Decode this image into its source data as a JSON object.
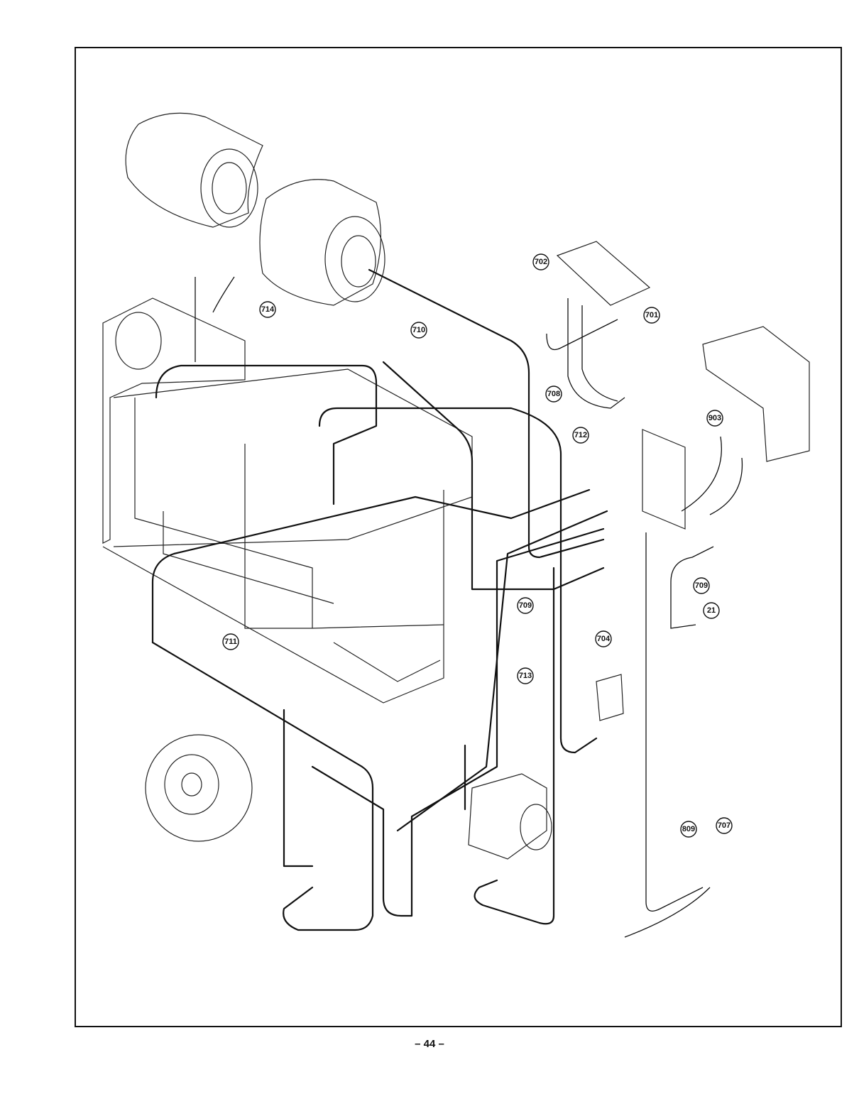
{
  "page": {
    "number": "– 44 –"
  },
  "callouts": [
    {
      "id": "c701",
      "label": "701"
    },
    {
      "id": "c702",
      "label": "702"
    },
    {
      "id": "c704",
      "label": "704"
    },
    {
      "id": "c707",
      "label": "707"
    },
    {
      "id": "c708",
      "label": "708"
    },
    {
      "id": "c709a",
      "label": "709"
    },
    {
      "id": "c709b",
      "label": "709"
    },
    {
      "id": "c710",
      "label": "710"
    },
    {
      "id": "c711",
      "label": "711"
    },
    {
      "id": "c712",
      "label": "712"
    },
    {
      "id": "c713",
      "label": "713"
    },
    {
      "id": "c714",
      "label": "714"
    },
    {
      "id": "c809",
      "label": "809"
    },
    {
      "id": "c903",
      "label": "903"
    },
    {
      "id": "c21",
      "label": "21"
    }
  ]
}
